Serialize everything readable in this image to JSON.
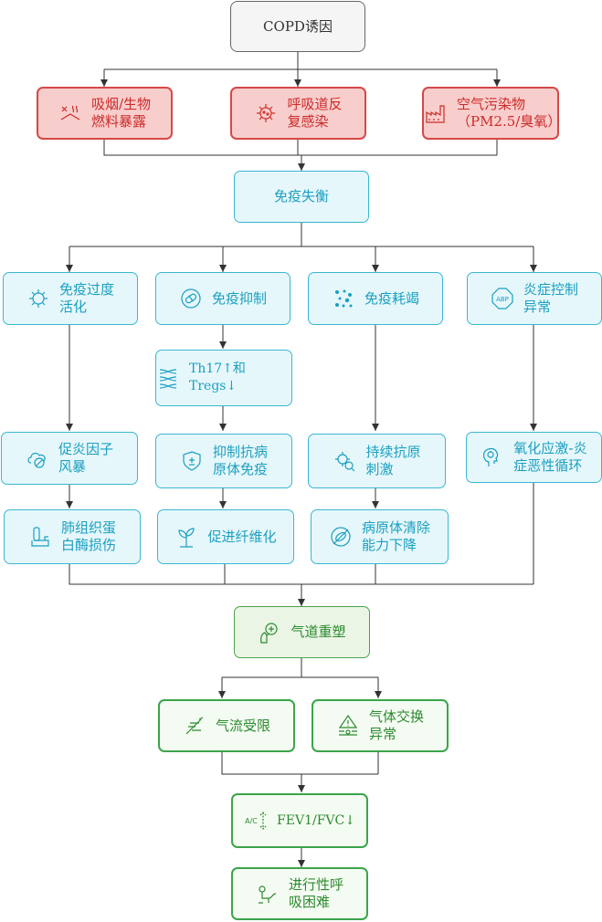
{
  "colors": {
    "root_fill": "#f5f5f5",
    "root_stroke": "#666666",
    "trigger_fill": "#f8cecc",
    "trigger_stroke": "#d64848",
    "trigger_text": "#cc2b2b",
    "immune_fill": "#e6f7fb",
    "immune_stroke": "#3ab7d3",
    "immune_text": "#1a9fc0",
    "outcome_fill": "#eaf5e5",
    "outcome_stroke": "#4ea24d",
    "outcome_text": "#2b8a2e",
    "connector": "#333333"
  },
  "nodes": {
    "copd_trigger": {
      "label": "COPD诱因"
    },
    "smoking": {
      "label": "吸烟/生物\n燃料暴露",
      "icon": "smoke-icon"
    },
    "infection": {
      "label": "呼吸道反\n复感染",
      "icon": "virus-icon"
    },
    "pollution": {
      "label": "空气污染物\n（PM2.5/臭氧）",
      "icon": "factory-icon"
    },
    "immune_imbalance": {
      "label": "免疫失衡"
    },
    "over_activation": {
      "label": "免疫过度\n活化",
      "icon": "virus-icon"
    },
    "suppression": {
      "label": "免疫抑制",
      "icon": "pill-icon"
    },
    "exhaustion": {
      "label": "免疫耗竭",
      "icon": "bacteria-icon"
    },
    "inflammation_ctrl": {
      "label": "炎症控制\n异常",
      "icon": "abp-icon"
    },
    "th17": {
      "label": "Th17↑和Tregs↓",
      "icon": "dna-icon"
    },
    "cytokine": {
      "label": "促炎因子\n风暴",
      "icon": "cloud-ban-icon"
    },
    "suppress_pathogen": {
      "label": "抑制抗病\n原体免疫",
      "icon": "shield-icon"
    },
    "persistent": {
      "label": "持续抗原\n刺激",
      "icon": "search-bacteria-icon"
    },
    "oxidative": {
      "label": "氧化应激-炎\n症恶性循环",
      "icon": "head-cycle-icon"
    },
    "lung_damage": {
      "label": "肺组织蛋\n白酶损伤",
      "icon": "inhaler-icon"
    },
    "fibrosis": {
      "label": "促进纤维化",
      "icon": "sprout-icon"
    },
    "clearance": {
      "label": "病原体清除\n能力下降",
      "icon": "no-germ-icon"
    },
    "remodeling": {
      "label": "气道重塑",
      "icon": "lungs-icon"
    },
    "airflow": {
      "label": "气流受限",
      "icon": "airflow-icon"
    },
    "gas_exchange": {
      "label": "气体交换\n异常",
      "icon": "warning-icon"
    },
    "fev1": {
      "label": "FEV1/FVC↓",
      "icon": "ac-icon"
    },
    "dyspnea": {
      "label": "进行性呼\n吸困难",
      "icon": "person-icon"
    }
  }
}
